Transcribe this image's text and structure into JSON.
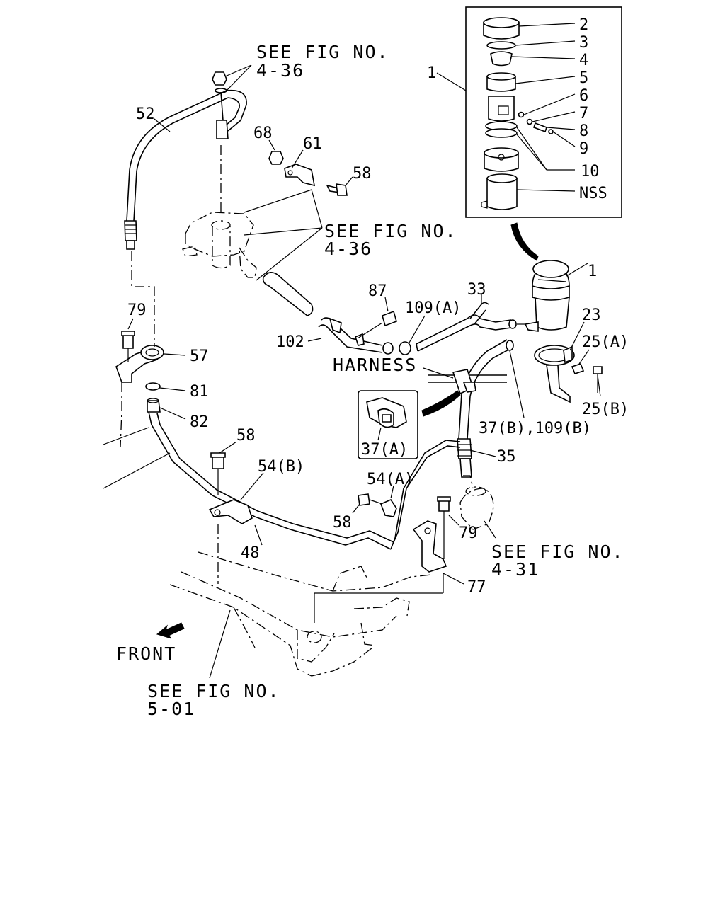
{
  "callouts": {
    "c1_inset": "1",
    "c1_main": "1",
    "c2": "2",
    "c3": "3",
    "c4": "4",
    "c5": "5",
    "c6": "6",
    "c7": "7",
    "c8": "8",
    "c9": "9",
    "c10": "10",
    "nss": "NSS",
    "c23": "23",
    "c25a": "25(A)",
    "c25b": "25(B)",
    "c33": "33",
    "c35": "35",
    "c37a": "37(A)",
    "c37b109b": "37(B),109(B)",
    "c48": "48",
    "c52": "52",
    "c54a": "54(A)",
    "c54b": "54(B)",
    "c57": "57",
    "c58_top": "58",
    "c58_mid": "58",
    "c58_bot": "58",
    "c61": "61",
    "c68": "68",
    "c77": "77",
    "c79_left": "79",
    "c79_right": "79",
    "c81": "81",
    "c82": "82",
    "c87": "87",
    "c102": "102",
    "c109a": "109(A)"
  },
  "references": {
    "fig436_top_l1": "SEE FIG NO.",
    "fig436_top_l2": "4-36",
    "fig436_mid_l1": "SEE FIG NO.",
    "fig436_mid_l2": "4-36",
    "fig431_l1": "SEE FIG NO.",
    "fig431_l2": "4-31",
    "fig501_l1": "SEE FIG NO.",
    "fig501_l2": "5-01"
  },
  "labels": {
    "harness": "HARNESS",
    "front": "FRONT"
  }
}
